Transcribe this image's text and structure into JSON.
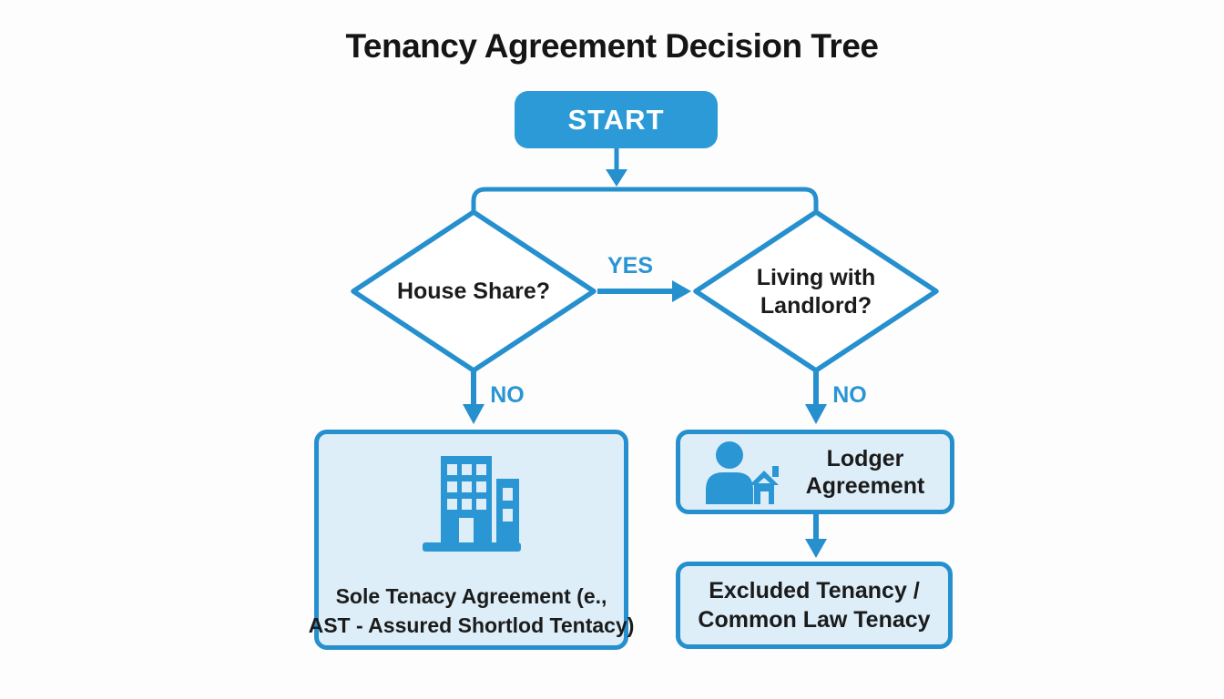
{
  "title": "Tenancy Agreement Decision Tree",
  "colors": {
    "accent_blue": "#2b9ad6",
    "stroke_blue": "#2590cd",
    "result_box_fill": "#ddeef8",
    "text_dark": "#1b1b1b",
    "background": "#fdfdfe"
  },
  "nodes": {
    "start": {
      "label": "START",
      "type": "start"
    },
    "house_share": {
      "label": "House Share?",
      "type": "decision"
    },
    "living_with_landlord": {
      "label_line1": "Living with",
      "label_line2": "Landlord?",
      "type": "decision"
    },
    "sole_tenancy": {
      "label_line1": "Sole Tenacy Agreement (e.,",
      "label_line2": "AST - Assured Shortlod Tentacy)",
      "icon": "building-icon",
      "type": "result"
    },
    "lodger_agreement": {
      "label_line1": "Lodger",
      "label_line2": "Agreement",
      "icon": "person-house-icon",
      "type": "result"
    },
    "excluded_tenancy": {
      "label_line1": "Excluded Tenancy /",
      "label_line2": "Common Law Tenacy",
      "type": "result"
    }
  },
  "edges": [
    {
      "from": "start",
      "to": "house_share",
      "label": ""
    },
    {
      "from": "house_share",
      "to": "living_with_landlord",
      "label": "YES"
    },
    {
      "from": "house_share",
      "to": "sole_tenancy",
      "label": "NO"
    },
    {
      "from": "living_with_landlord",
      "to": "lodger_agreement",
      "label": "NO"
    },
    {
      "from": "lodger_agreement",
      "to": "excluded_tenancy",
      "label": ""
    }
  ]
}
